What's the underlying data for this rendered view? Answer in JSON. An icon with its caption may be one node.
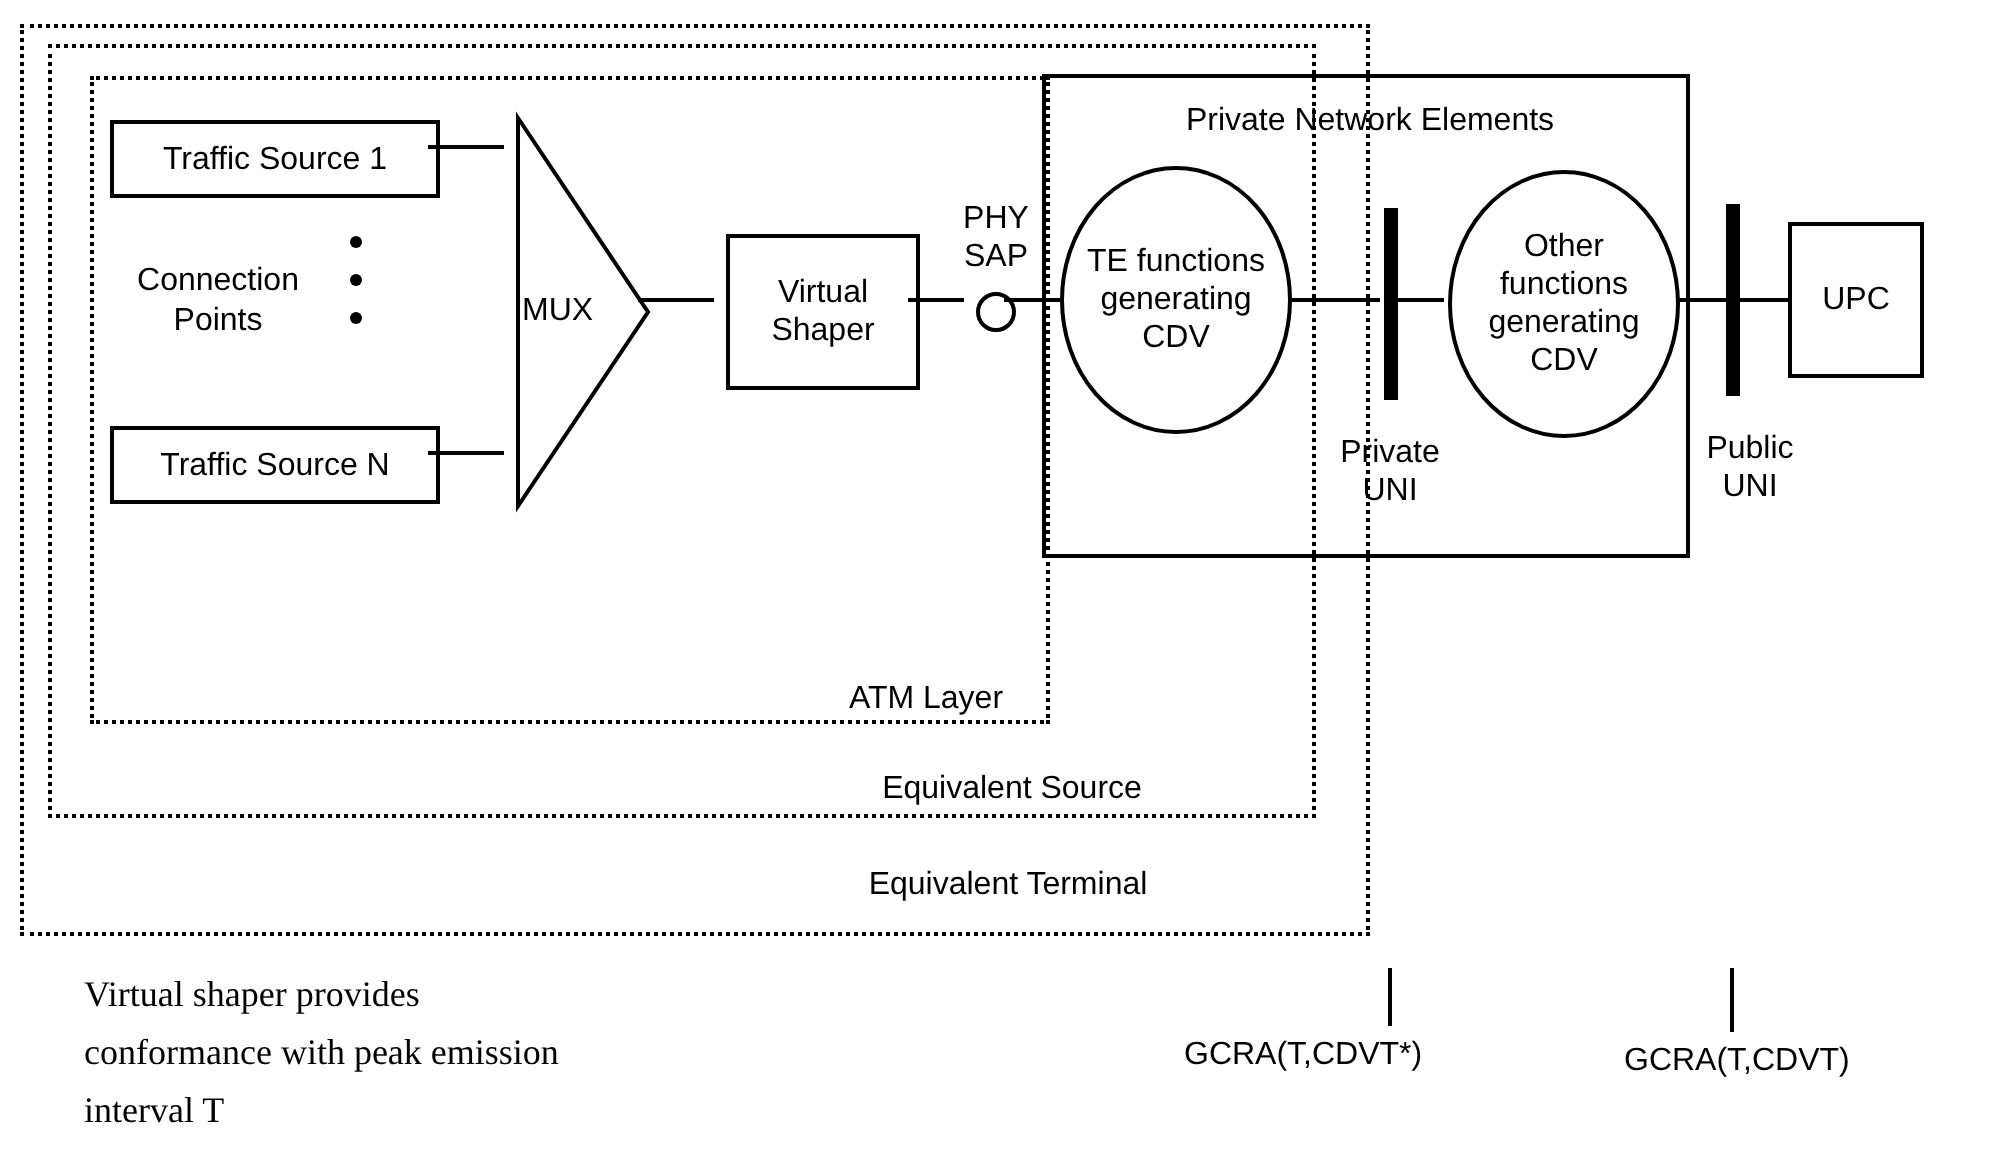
{
  "diagram": {
    "nodes": [
      {
        "text": [
          "Equivalent Terminal"
        ]
      },
      {
        "text": [
          "Equivalent Source"
        ],
        "in": 0
      },
      {
        "text": [
          "ATM Layer"
        ],
        "in": 1
      },
      {
        "text": [
          "Traffic Source 1"
        ],
        "in": 2
      },
      {
        "text": [
          "Traffic Source N"
        ],
        "in": 2
      },
      {
        "text": [
          "MUX"
        ],
        "in": 2
      },
      {
        "text": [
          "Virtual Shaper"
        ],
        "in": 2
      },
      {
        "text": [
          "PHY SAP"
        ],
        "in": 2
      },
      {
        "text": [
          "Private Network Elements"
        ]
      },
      {
        "text": [
          "TE functions generating CDV"
        ]
      },
      {
        "text": [
          "Private UNI"
        ],
        "in": 8
      },
      {
        "text": [
          "Other functions generating CDV"
        ],
        "in": 8
      },
      {
        "text": [
          "Public UNI"
        ]
      },
      {
        "text": [
          "UPC"
        ]
      },
      {
        "text": [
          "GCRA(T,CDVT*)"
        ]
      },
      {
        "text": [
          "GCRA(T,CDVT)"
        ]
      }
    ],
    "edges": [
      {
        "from": 3,
        "to": 5,
        "arrow": "none"
      },
      {
        "from": 4,
        "to": 5,
        "arrow": "none"
      },
      {
        "from": 5,
        "to": 6,
        "arrow": "none"
      },
      {
        "from": 6,
        "to": 7,
        "arrow": "none"
      },
      {
        "from": 7,
        "to": 9,
        "arrow": "none"
      },
      {
        "from": 9,
        "to": 10,
        "arrow": "none"
      },
      {
        "from": 10,
        "to": 11,
        "arrow": "none"
      },
      {
        "from": 11,
        "to": 12,
        "arrow": "none"
      },
      {
        "from": 12,
        "to": 13,
        "arrow": "none"
      },
      {
        "from": 14,
        "to": null,
        "arrow": "none"
      },
      {
        "from": 15,
        "to": null,
        "arrow": "none"
      }
    ],
    "labels": [
      "Connection Points",
      "Virtual shaper provides conformance with peak emission interval T"
    ]
  }
}
